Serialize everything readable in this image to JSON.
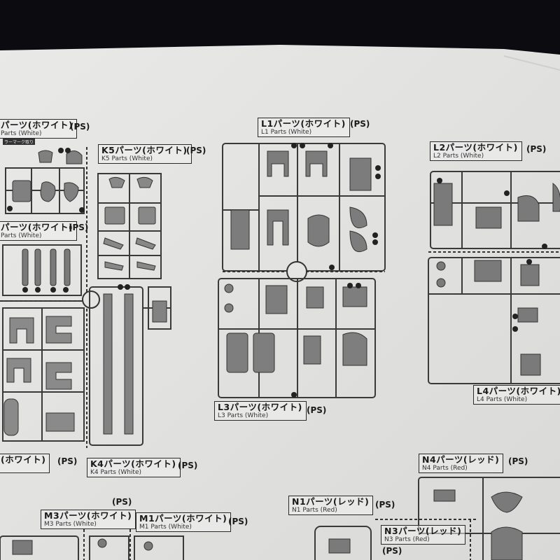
{
  "labels": {
    "k_left": {
      "main": "パーツ(ホワイト)",
      "sub": "Parts (White)",
      "ps": "(PS)"
    },
    "k_left2": {
      "main": "パーツ(ホワイト)",
      "sub": "Parts (White)",
      "ps": "(PS)"
    },
    "k5": {
      "main": "K5パーツ(ホワイト)",
      "sub": "K5 Parts (White)",
      "ps": "(PS)"
    },
    "l1": {
      "main": "L1パーツ(ホワイト)",
      "sub": "L1 Parts (White)",
      "ps": "(PS)"
    },
    "l2": {
      "main": "L2パーツ(ホワイト)",
      "sub": "L2 Parts (White)",
      "ps": "(PS)"
    },
    "l3": {
      "main": "L3パーツ(ホワイト)",
      "sub": "L3 Parts (White)",
      "ps": "(PS)"
    },
    "l4": {
      "main": "L4パーツ(ホワイト)",
      "sub": "L4 Parts (White)"
    },
    "k4": {
      "main": "K4パーツ(ホワイト)",
      "sub": "K4 Parts (White)",
      "ps": "(PS)"
    },
    "k_left3": {
      "main": "(ホワイト)",
      "ps": "(PS)"
    },
    "m3": {
      "main": "M3パーツ(ホワイト)",
      "sub": "M3 Parts (White)",
      "ps": "(PS)"
    },
    "m1": {
      "main": "M1パーツ(ホワイト)",
      "sub": "M1 Parts (White)",
      "ps": "(PS)"
    },
    "n1": {
      "main": "N1パーツ(レッド)",
      "sub": "N1 Parts (Red)",
      "ps": "(PS)"
    },
    "n3": {
      "main": "N3パーツ(レッド)",
      "sub": "N3 Parts (Red)",
      "ps": "(PS)"
    },
    "n4": {
      "main": "N4パーツ(レッド)",
      "sub": "N4 Parts (Red)",
      "ps": "(PS)"
    }
  },
  "tag_text": "ラーマーク取り",
  "colors": {
    "paper": "#e8e8e6",
    "ink": "#2b2b2b",
    "parts": "#7a7a7a",
    "background": "#0b0b10"
  }
}
